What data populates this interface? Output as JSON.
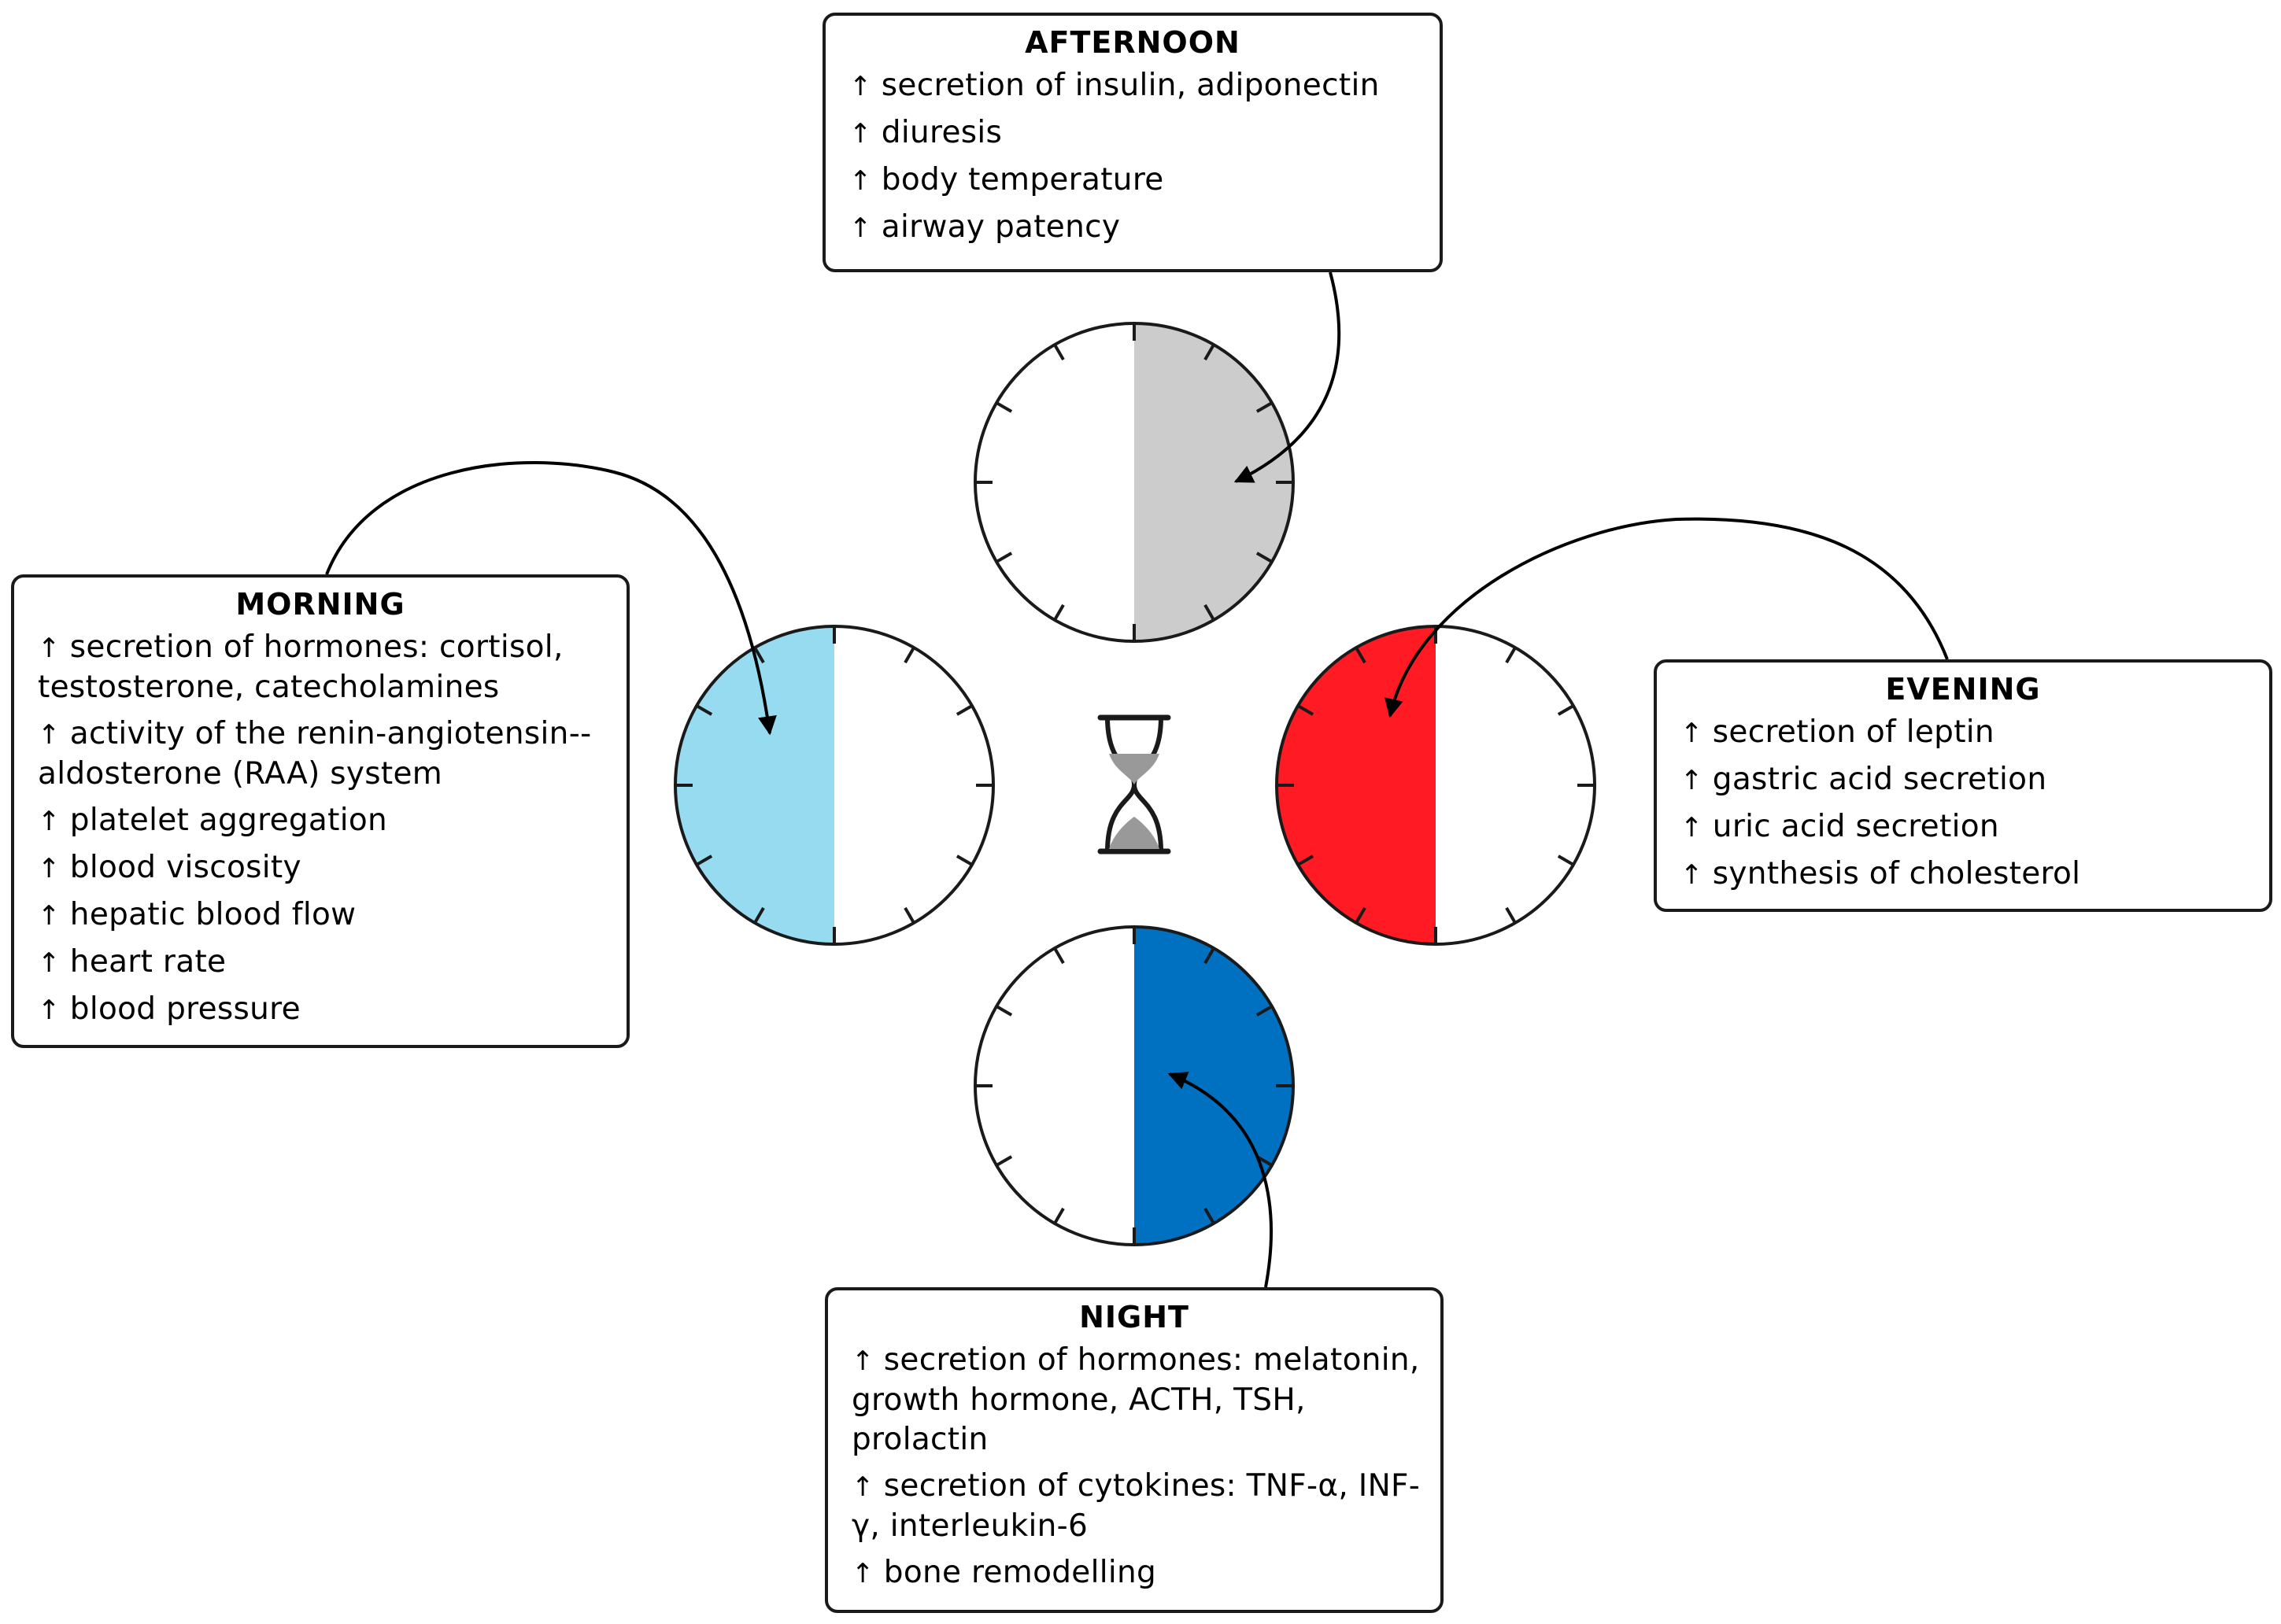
{
  "colors": {
    "morning": "#97dbf0",
    "afternoon": "#cccccc",
    "evening": "#ff1a24",
    "night": "#0070c0",
    "outline": "#1a1a1a",
    "hourglass_sand": "#999999"
  },
  "icons": {
    "center": "hourglass-icon",
    "bullet": "up-arrow-icon"
  },
  "arrow_glyph": "↑",
  "periods": {
    "afternoon": {
      "title": "AFTERNOON",
      "items": [
        "secretion of insulin, adiponectin",
        "diuresis",
        "body temperature",
        "airway patency"
      ]
    },
    "morning": {
      "title": "MORNING",
      "items": [
        "secretion of hormones: cortisol, testosterone, catecholamines",
        "activity of the renin-angiotensin--aldosterone (RAA) system",
        "platelet aggregation",
        "blood viscosity",
        "hepatic blood flow",
        "heart rate",
        "blood pressure"
      ]
    },
    "evening": {
      "title": "EVENING",
      "items": [
        "secretion of leptin",
        "gastric acid secretion",
        "uric acid secretion",
        "synthesis of cholesterol"
      ]
    },
    "night": {
      "title": "NIGHT",
      "items": [
        "secretion of hormones: melatonin, growth hormone, ACTH, TSH, prolactin",
        "secretion of cytokines: TNF-α, INF-γ, interleukin-6",
        "bone remodelling"
      ]
    }
  }
}
